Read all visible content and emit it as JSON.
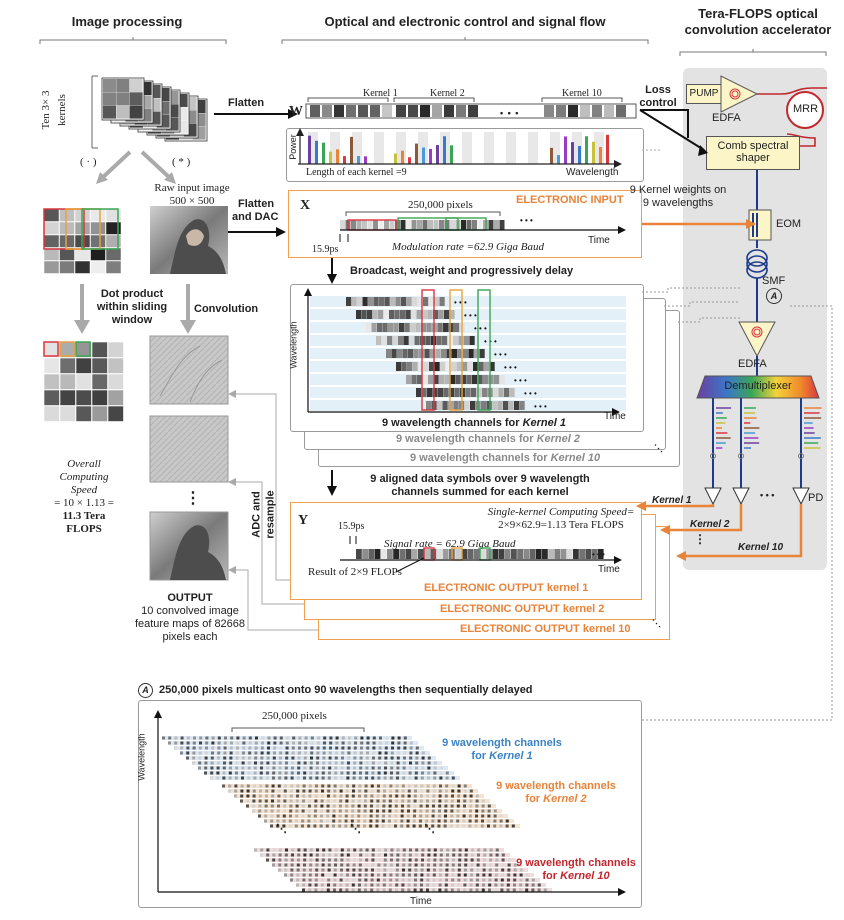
{
  "headers": {
    "left": "Image processing",
    "middle": "Optical and electronic control and signal flow",
    "right_line1": "Tera-FLOPS optical",
    "right_line2": "convolution accelerator"
  },
  "left": {
    "kernels_label_line1": "Ten 3× 3",
    "kernels_label_line2": "kernels",
    "dot_symbol": "( · )",
    "conv_symbol": "( * )",
    "raw_line1": "Raw input image",
    "raw_line2": "500 × 500",
    "dot_line1": "Dot product",
    "dot_line2": "within sliding",
    "dot_line3": "window",
    "convolution": "Convolution",
    "speed_line1": "Overall",
    "speed_line2": "Computing",
    "speed_line3": "Speed",
    "speed_line4": "= 10 × 1.13 =",
    "speed_line5": "11.3 Tera",
    "speed_line6": "FLOPS",
    "output_title": "OUTPUT",
    "output_line1": "10 convolved image",
    "output_line2": "feature maps of 82668",
    "output_line3": "pixels each",
    "dots": "⋮"
  },
  "flow": {
    "flatten": "Flatten",
    "flatten_dac_line1": "Flatten",
    "flatten_dac_line2": "and DAC",
    "w_symbol": "W",
    "kernel1": "Kernel 1",
    "kernel2": "Kernel 2",
    "kernel10": "Kernel 10",
    "ellipsis": "• • •",
    "power": "Power",
    "wavelength": "Wavelength",
    "kernel_length": "Length of each kernel =9",
    "loss_line1": "Loss",
    "loss_line2": "control",
    "x_symbol": "X",
    "pixels_250k": "250,000 pixels",
    "electronic_input": "ELECTRONIC INPUT",
    "time": "Time",
    "ps": "15.9ps",
    "mod_rate": "Modulation rate =62.9 Giga Baud",
    "broadcast": "Broadcast, weight and progressively delay",
    "channels_k1_prefix": "9 wavelength channels for ",
    "k1": "Kernel 1",
    "k2": "Kernel 2",
    "k10": "Kernel 10",
    "aligned_line1": "9 aligned data symbols over 9 wavelength",
    "aligned_line2": "channels summed for each kernel",
    "y_symbol": "Y",
    "signal_rate": "Signal rate = 62.9 Giga Baud",
    "single_speed_line1": "Single-kernel Computing Speed=",
    "single_speed_line2": "2×9×62.9=1.13 Tera FLOPS",
    "result": "Result of 2×9 FLOPs",
    "eo_k1": "ELECTRONIC OUTPUT kernel 1",
    "eo_k2": "ELECTRONIC OUTPUT kernel 2",
    "eo_k10": "ELECTRONIC OUTPUT kernel 10",
    "adc_line1": "ADC and",
    "adc_line2": "resample"
  },
  "accel": {
    "pump": "PUMP",
    "edfa": "EDFA",
    "mrr": "MRR",
    "comb_line1": "Comb spectral",
    "comb_line2": "shaper",
    "weights_line1": "9 Kernel weights on",
    "weights_line2": "9 wavelengths",
    "eom": "EOM",
    "smf": "SMF",
    "marker_a": "A",
    "edfa2": "EDFA",
    "demux": "Demultiplexer",
    "pd": "PD",
    "k1_out": "Kernel 1",
    "k2_out": "Kernel 2",
    "k10_out": "Kernel 10",
    "dots_h": "• • •"
  },
  "bottom": {
    "title": "250,000 pixels multicast onto 90 wavelengths then sequentially delayed",
    "pixels": "250,000 pixels",
    "wavelength": "Wavelength",
    "time": "Time",
    "k1_line1": "9 wavelength channels",
    "k1_line2": "for Kernel 1",
    "k2_line1": "9 wavelength channels",
    "k2_line2": "for Kernel 2",
    "k10_line1": "9 wavelength channels",
    "k10_line2": "for Kernel 10"
  },
  "colors": {
    "orange": "#e8833a",
    "blue": "#3a82c4",
    "red": "#c0282d",
    "panel": "#e3e3e3"
  }
}
